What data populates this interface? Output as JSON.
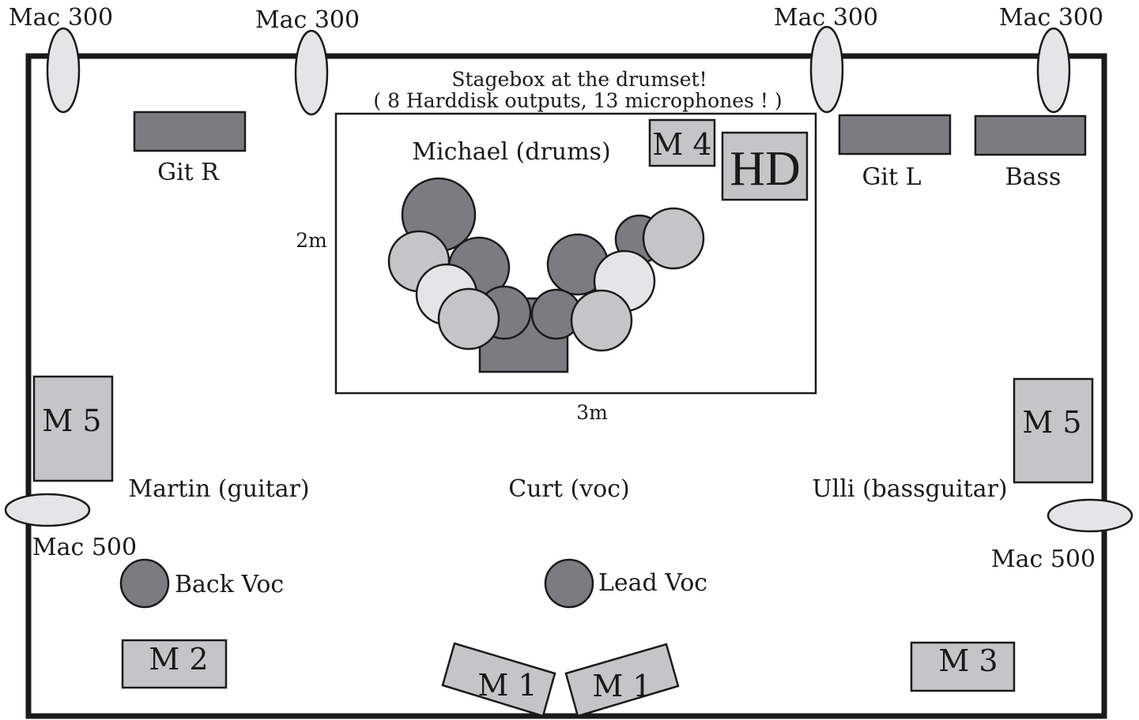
{
  "lights": {
    "mac300_1": "Mac 300",
    "mac300_2": "Mac 300",
    "mac300_3": "Mac 300",
    "mac300_4": "Mac 300",
    "mac500_left": "Mac 500",
    "mac500_right": "Mac 500"
  },
  "drum_riser": {
    "stagebox_line1": "Stagebox at the drumset!",
    "stagebox_line2": "( 8 Harddisk outputs, 13 microphones ! )",
    "drummer": "Michael (drums)",
    "depth": "2m",
    "width": "3m",
    "monitor": "M 4",
    "harddisk": "HD"
  },
  "amps": {
    "git_r": "Git R",
    "git_l": "Git L",
    "bass": "Bass"
  },
  "side_monitors": {
    "left": "M 5",
    "right": "M 5"
  },
  "musicians": {
    "martin": "Martin (guitar)",
    "curt": "Curt (voc)",
    "ulli": "Ulli (bassguitar)"
  },
  "mics": {
    "back_voc": "Back Voc",
    "lead_voc": "Lead Voc"
  },
  "floor_monitors": {
    "m2": "M 2",
    "m1_left": "M 1",
    "m1_right": "M 1",
    "m3": "M 3"
  },
  "colors": {
    "outline": "#1a1a1a",
    "dark_gray": "#7b7c80",
    "mid_gray": "#c4c5c7",
    "light_gray": "#e4e5e6"
  }
}
